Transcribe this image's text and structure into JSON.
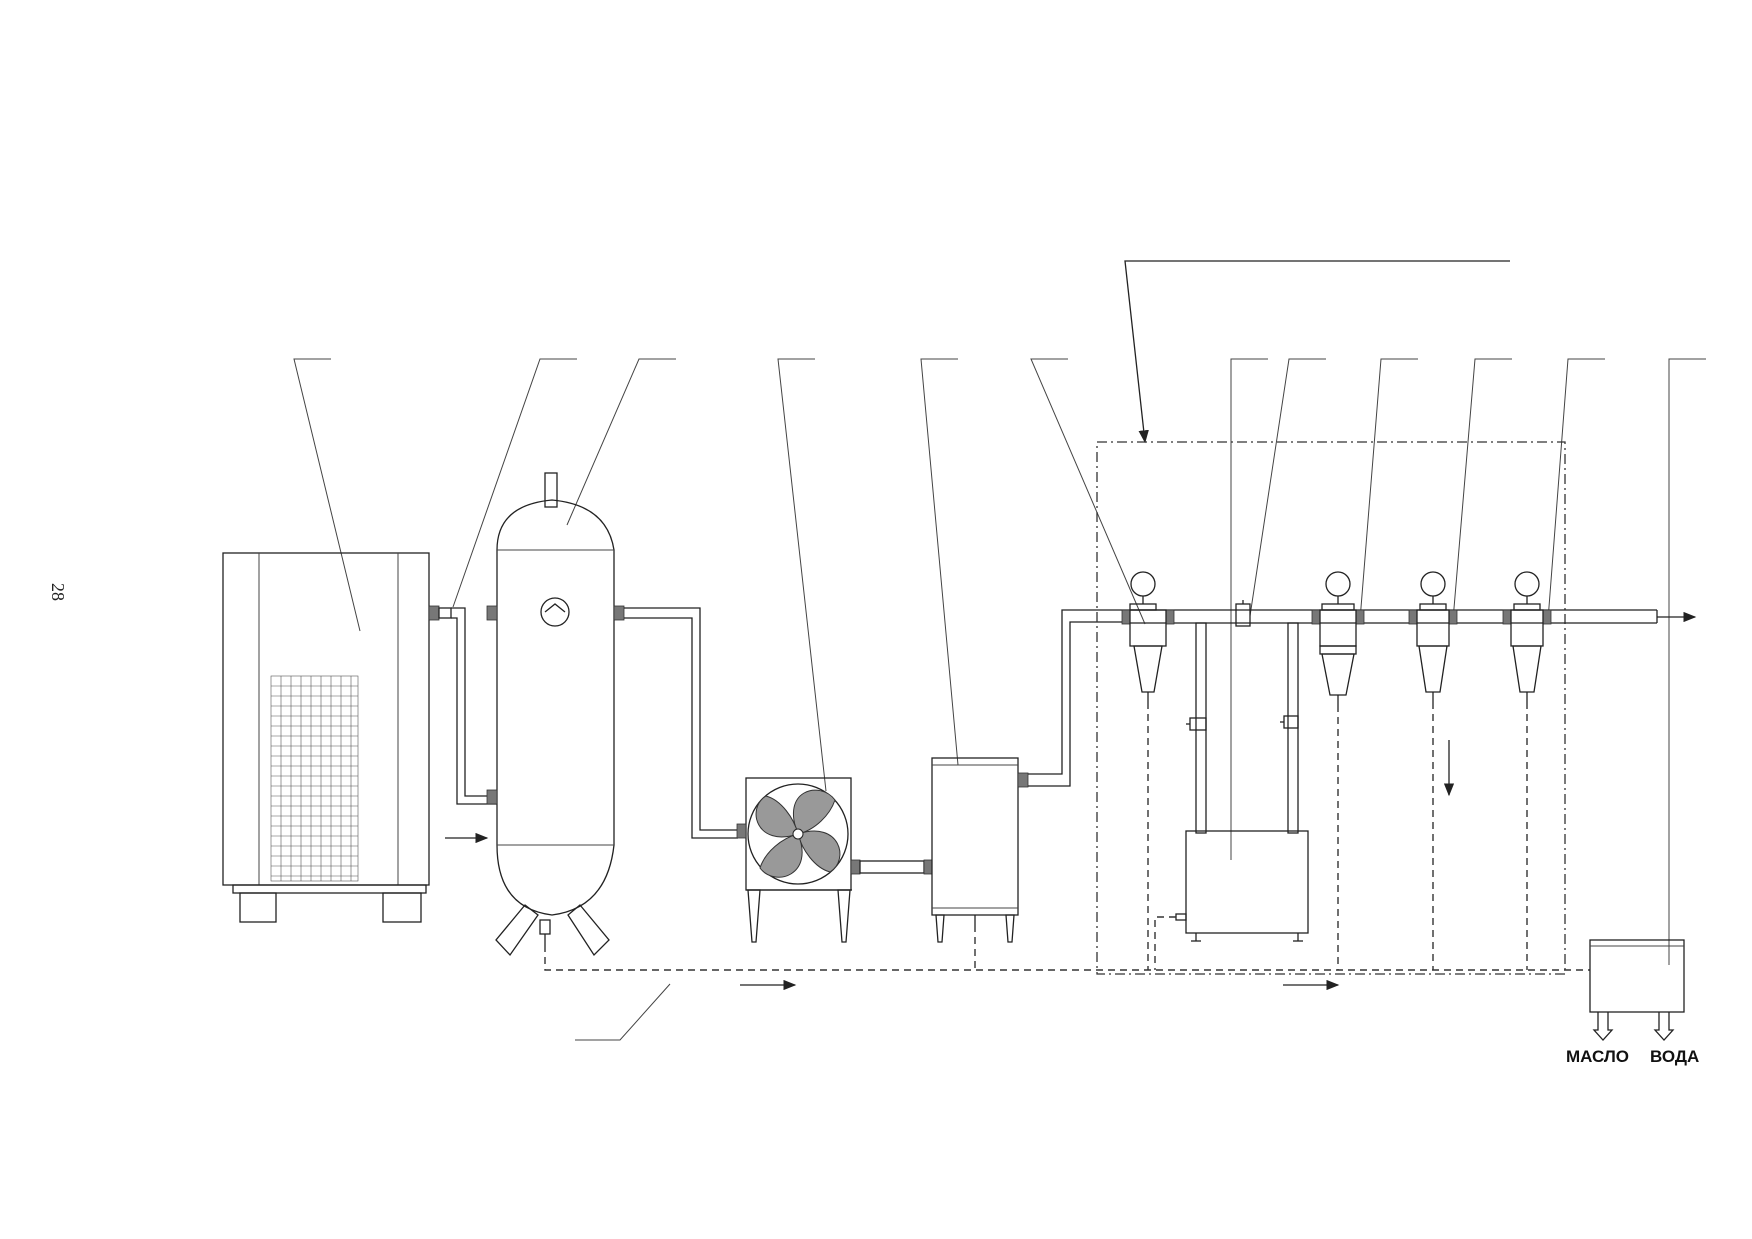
{
  "page": {
    "number": "28"
  },
  "outlets": {
    "oil": "МАСЛО",
    "water": "ВОДА"
  },
  "colors": {
    "line": "#222222",
    "fitting": "#777777",
    "blade": "#999999",
    "background": "#ffffff"
  },
  "components": [
    {
      "id": "compressor",
      "icon": "compressor-icon"
    },
    {
      "id": "receiver",
      "icon": "air-receiver-tank-icon"
    },
    {
      "id": "aftercooler",
      "icon": "fan-cooler-icon"
    },
    {
      "id": "dryer",
      "icon": "refrigerated-dryer-icon"
    },
    {
      "id": "filters",
      "icon": "filter-bowl-icon",
      "count": 4
    },
    {
      "id": "condensate-separator",
      "icon": "oil-water-separator-icon"
    }
  ]
}
